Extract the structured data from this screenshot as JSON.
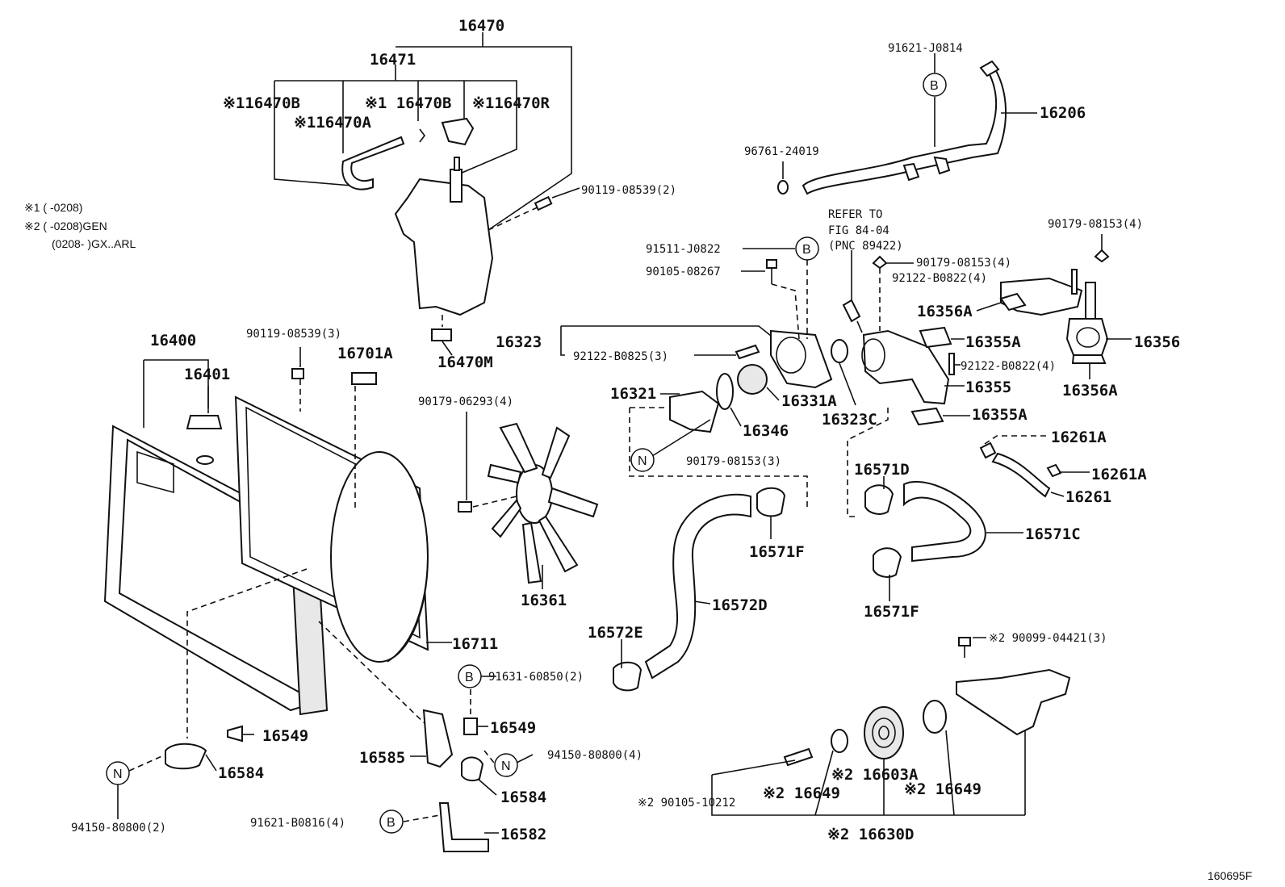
{
  "notes": [
    "※1 (        -0208)",
    "※2 (        -0208)GEN",
    "(0208-      )GX..ARL"
  ],
  "figure_id": "160695F",
  "reference": {
    "line1": "REFER TO",
    "line2": "FIG 84-04",
    "line3": "(PNC 89422)"
  },
  "labels": {
    "p16470": "16470",
    "p16471": "16471",
    "p16470B_1": "※116470B",
    "p16470B_2": "※1 16470B",
    "p16470R": "※116470R",
    "p16470A": "※116470A",
    "p90119_08539_2": "90119-08539(2)",
    "p16470M": "16470M",
    "p16400": "16400",
    "p16401": "16401",
    "p90119_08539_3": "90119-08539(3)",
    "p16701A": "16701A",
    "p90179_06293": "90179-06293(4)",
    "p16323": "16323",
    "p92122_B0825": "92122-B0825(3)",
    "p16321": "16321",
    "p16331A": "16331A",
    "p16346": "16346",
    "p16323C": "16323C",
    "p90179_08153_3": "90179-08153(3)",
    "p91511_J0822": "91511-J0822",
    "p90105_08267": "90105-08267",
    "p91621_J0814": "91621-J0814",
    "p16206": "16206",
    "p96761_24019": "96761-24019",
    "p90179_08153_4a": "90179-08153(4)",
    "p90179_08153_4b": "90179-08153(4)",
    "p92122_B0822_a": "92122-B0822(4)",
    "p92122_B0822_b": "92122-B0822(4)",
    "p16356A_top": "16356A",
    "p16356": "16356",
    "p16356A_bot": "16356A",
    "p16355A_top": "16355A",
    "p16355": "16355",
    "p16355A_bot": "16355A",
    "p16261A_top": "16261A",
    "p16261A_bot": "16261A",
    "p16261": "16261",
    "p16571D": "16571D",
    "p16571C": "16571C",
    "p16571F_a": "16571F",
    "p16571F_b": "16571F",
    "p16572D": "16572D",
    "p16572E": "16572E",
    "p16361": "16361",
    "p16711": "16711",
    "p91631_60850": "91631-60850(2)",
    "p16549_a": "16549",
    "p16549_b": "16549",
    "p16584_a": "16584",
    "p16584_b": "16584",
    "p16585": "16585",
    "p94150_80800_4": "94150-80800(4)",
    "p94150_80800_2": "94150-80800(2)",
    "p91621_B0816": "91621-B0816(4)",
    "p16582": "16582",
    "p90099_04421": "※2 90099-04421(3)",
    "p90105_10212": "※2 90105-10212",
    "p16649_a": "※2 16649",
    "p16649_b": "※2 16649",
    "p16603A": "※2 16603A",
    "p16630D": "※2 16630D"
  },
  "callouts": {
    "B": "B",
    "N": "N"
  }
}
